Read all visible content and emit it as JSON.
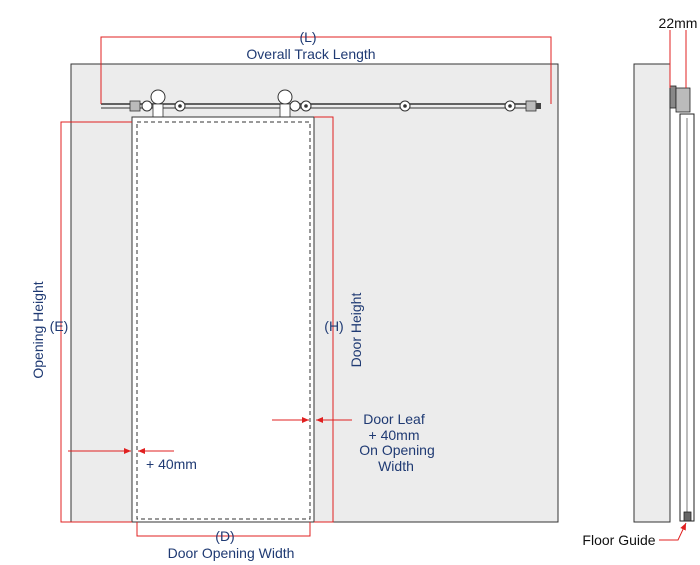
{
  "labels": {
    "track_code": "(L)",
    "track_name": "Overall Track Length",
    "opening_height_code": "(E)",
    "opening_height_name": "Opening Height",
    "door_height_code": "(H)",
    "door_height_name": "Door Height",
    "plus_40_left": "+ 40mm",
    "door_leaf_line1": "Door Leaf",
    "door_leaf_line2": "+ 40mm",
    "door_leaf_line3": "On Opening",
    "door_leaf_line4": "Width",
    "door_width_code": "(D)",
    "door_width_name": "Door Opening Width",
    "side_gap": "22mm",
    "floor_guide": "Floor Guide"
  },
  "colors": {
    "dimension": "#e02020",
    "text": "#1f3a73",
    "wall": "#ececec",
    "door": "#ffffff",
    "ink": "#222222"
  }
}
